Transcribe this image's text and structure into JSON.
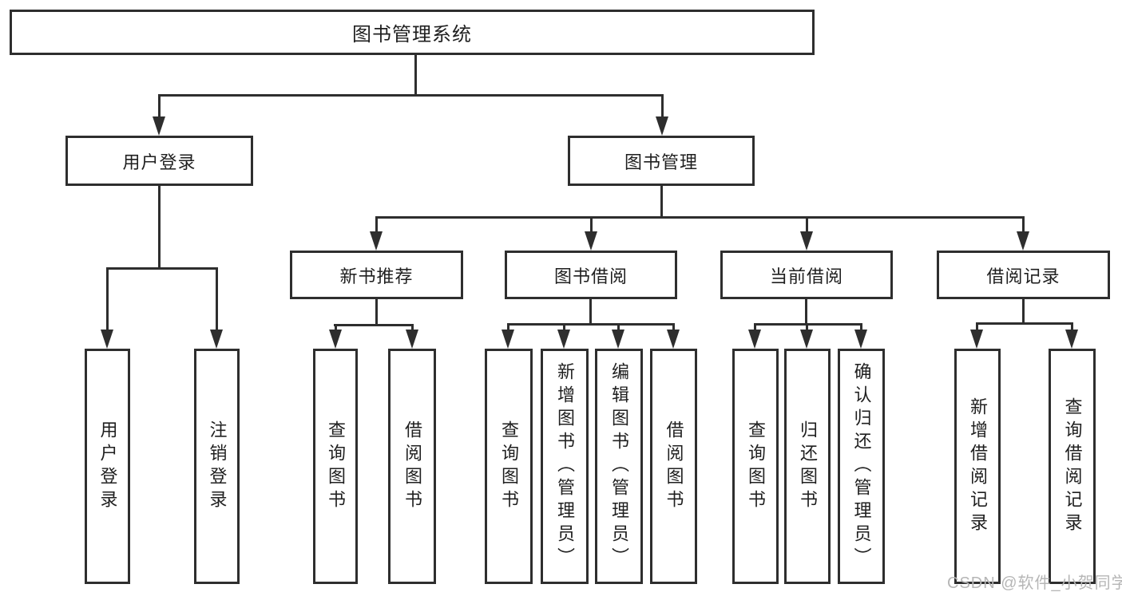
{
  "diagram": {
    "root": {
      "label": "图书管理系统"
    },
    "branches": {
      "user_login": {
        "label": "用户登录"
      },
      "book_mgmt": {
        "label": "图书管理"
      }
    },
    "modules": {
      "new_book": {
        "label": "新书推荐"
      },
      "book_borrow": {
        "label": "图书借阅"
      },
      "current_borrow": {
        "label": "当前借阅"
      },
      "borrow_records": {
        "label": "借阅记录"
      }
    },
    "leaves": {
      "user_login": [
        "用户登录",
        "注销登录"
      ],
      "new_book": [
        "查询图书",
        "借阅图书"
      ],
      "book_borrow": [
        "查询图书",
        "新增图书（管理员）",
        "编辑图书（管理员）",
        "借阅图书"
      ],
      "current_borrow": [
        "查询图书",
        "归还图书",
        "确认归还（管理员）"
      ],
      "borrow_records": [
        "新增借阅记录",
        "查询借阅记录"
      ]
    }
  },
  "watermark": {
    "text": "CSDN @软件_小贺同学"
  },
  "colors": {
    "line": "#2e2e2e",
    "text": "#1f1f1f",
    "box_background": "#ffffff",
    "watermark": "#b6b6b6"
  }
}
